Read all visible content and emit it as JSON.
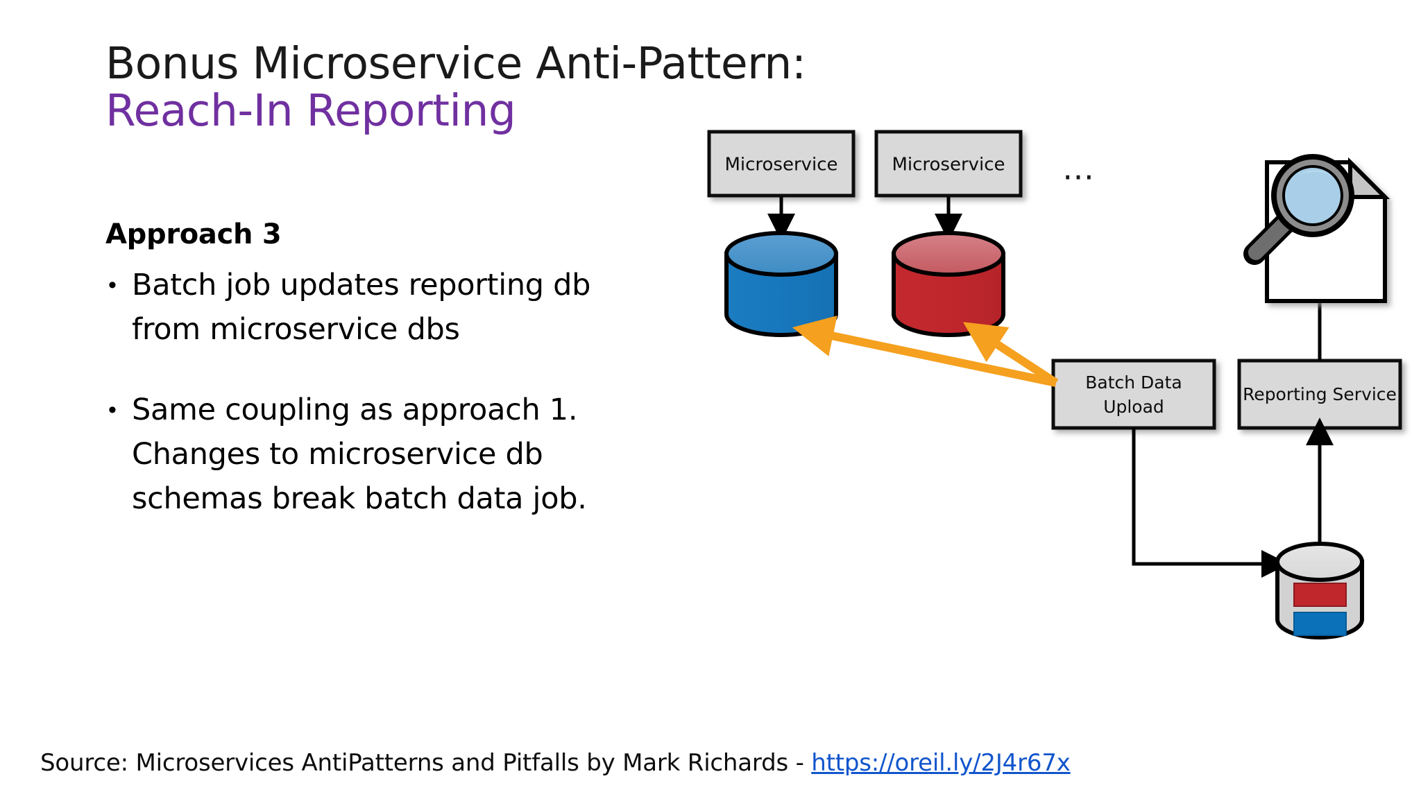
{
  "slide": {
    "title_line1": "Bonus Microservice Anti-Pattern:",
    "title_line2": "Reach-In Reporting",
    "title_accent_color": "#7030A0"
  },
  "body": {
    "heading": "Approach 3",
    "bullet_marker": "•",
    "bullets": [
      "Batch job updates reporting db\nfrom microservice dbs",
      "Same coupling as approach 1.\nChanges to microservice db\nschemas break batch data job."
    ]
  },
  "source": {
    "prefix": "Source: Microservices AntiPatterns and Pitfalls by Mark Richards - ",
    "link_text": "https://oreil.ly/2J4r67x",
    "link_color": "#1155CC"
  },
  "diagram": {
    "microservice_box_1": "Microservice",
    "microservice_box_2": "Microservice",
    "ellipsis": "…",
    "batch_box_line1": "Batch Data",
    "batch_box_line2": "Upload",
    "reporting_service_box": "Reporting Service",
    "colors": {
      "box_fill": "#D9D9D9",
      "box_stroke": "#0D0D0D",
      "db_blue_body": "#1778BE",
      "db_blue_top": "#4D97CE",
      "db_red_body": "#C0272D",
      "db_red_top": "#CE7077",
      "db_gray_body": "#D2D2D2",
      "db_gray_top": "#E2E2E2",
      "report_bar_red": "#C0272D",
      "report_bar_blue": "#0B72BA",
      "arrow_black": "#000000",
      "arrow_orange": "#F5A01E",
      "lens_blue": "#A9CFE8",
      "lens_ring_gray": "#8C8C8C",
      "handle_gray": "#6E6E6E",
      "doc_fold": "#C4C4C4"
    }
  }
}
